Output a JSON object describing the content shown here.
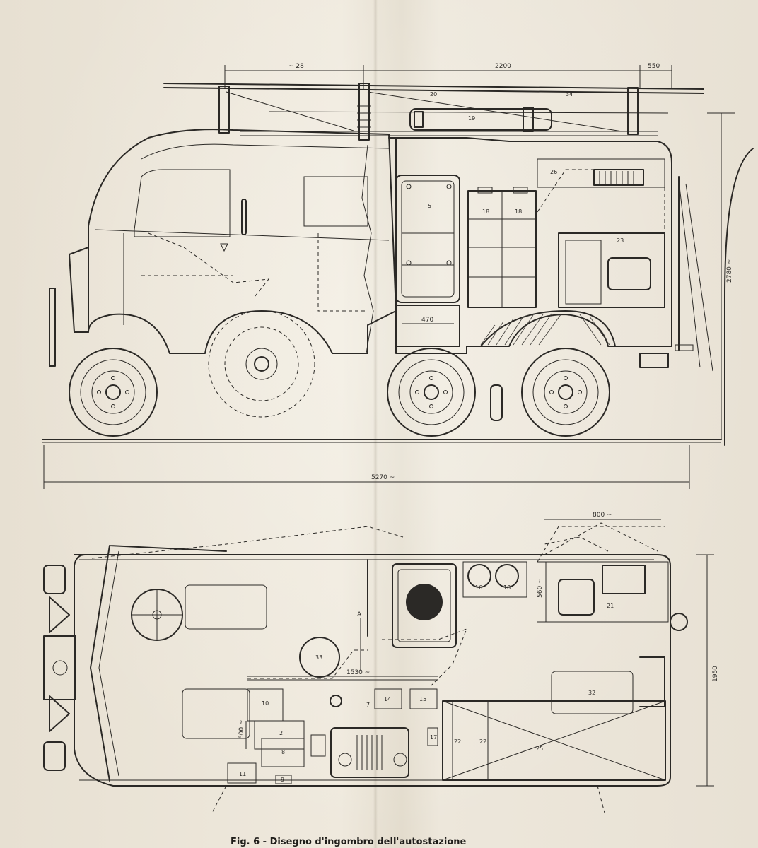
{
  "caption": "Fig. 6 - Disegno d'ingombro dell'autostazione",
  "dimensions": {
    "top_left": "~ 28",
    "top_mid": "2200",
    "top_right": "550",
    "door_width": "470",
    "height": "2780 ~",
    "length": "5270 ~",
    "plan_width_top": "800 ~",
    "plan_depth": "560 ~",
    "plan_inner": "1530 ~",
    "plan_width": "1950",
    "plan_small": "600 ~",
    "section_mark": "A"
  },
  "parts_side": [
    "20",
    "34",
    "19",
    "5",
    "18",
    "18",
    "26",
    "23"
  ],
  "parts_plan": [
    "16",
    "18",
    "21",
    "33",
    "10",
    "7",
    "14",
    "15",
    "32",
    "2",
    "8",
    "17",
    "22",
    "22",
    "25",
    "11",
    "9"
  ],
  "colors": {
    "ink": "#2b2926",
    "paper": "#ece6d9"
  }
}
